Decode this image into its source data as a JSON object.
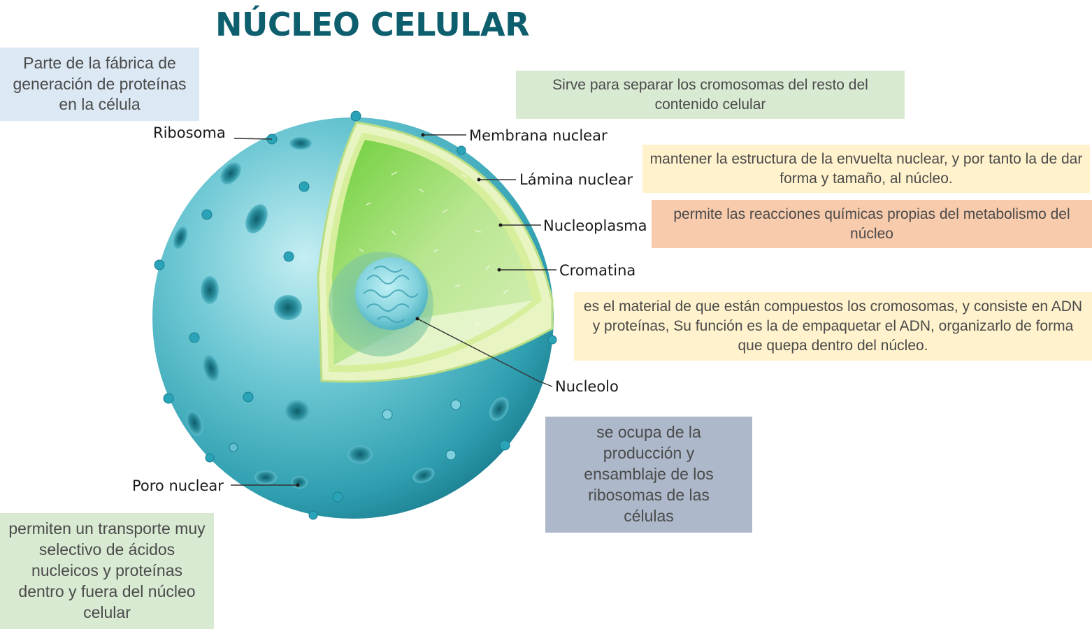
{
  "title": "NÚCLEO CELULAR",
  "labels": {
    "ribosoma": "Ribosoma",
    "membrana": "Membrana nuclear",
    "lamina": "Lámina nuclear",
    "nucleoplasma": "Nucleoplasma",
    "cromatina": "Cromatina",
    "nucleolo": "Nucleolo",
    "poro": "Poro nuclear"
  },
  "notes": {
    "ribosoma": "Parte de la fábrica de generación de proteínas en la célula",
    "membrana": "Sirve para separar los cromosomas del resto del contenido celular",
    "lamina": "mantener la estructura de la envuelta nuclear, y por tanto la de dar forma y tamaño, al núcleo.",
    "nucleoplasma": "permite las reacciones químicas propias del metabolismo del núcleo",
    "cromatina": "es el material de que están compuestos los cromosomas, y consiste en ADN y proteínas, Su función es la de empaquetar el ADN, organizarlo de forma que quepa dentro del núcleo.",
    "nucleolo": "se ocupa de la producción y ensamblaje de los ribosomas de las células",
    "poro": "permiten un transporte muy selectivo de ácidos nucleicos y proteínas dentro y fuera del núcleo celular"
  },
  "colors": {
    "title": "#0e5f6e",
    "note_blue": "#dce9f4",
    "note_green": "#d9ead3",
    "note_yellow": "#fff2cc",
    "note_orange": "#f7cbac",
    "note_slate": "#adb9ca",
    "sphere": "#4fb8c6",
    "nucleoplasm": "#9ed86a"
  }
}
